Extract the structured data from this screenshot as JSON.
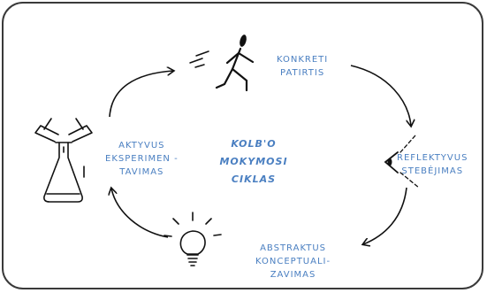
{
  "title": {
    "line1": "KOLB'O",
    "line2": "MOKYMOSI",
    "line3": "CIKLAS"
  },
  "stages": {
    "concrete": {
      "line1": "KONKRETI",
      "line2": "PATIRTIS",
      "icon": "running-person-icon"
    },
    "reflective": {
      "line1": "REFLEKTYVUS",
      "line2": "STEBĖJIMAS",
      "icon": "eye-icon"
    },
    "abstract": {
      "line1": "ABSTRAKTUS",
      "line2": "KONCEPTUALI-",
      "line3": "ZAVIMAS",
      "icon": "light-bulb-icon"
    },
    "active": {
      "line1": "AKTYVUS",
      "line2": "EKSPERIMEN -",
      "line3": "TAVIMAS",
      "icon": "lab-flask-icon"
    }
  },
  "colors": {
    "text": "#4a7fc1",
    "ink": "#111111",
    "frame": "#3a3a3a"
  }
}
